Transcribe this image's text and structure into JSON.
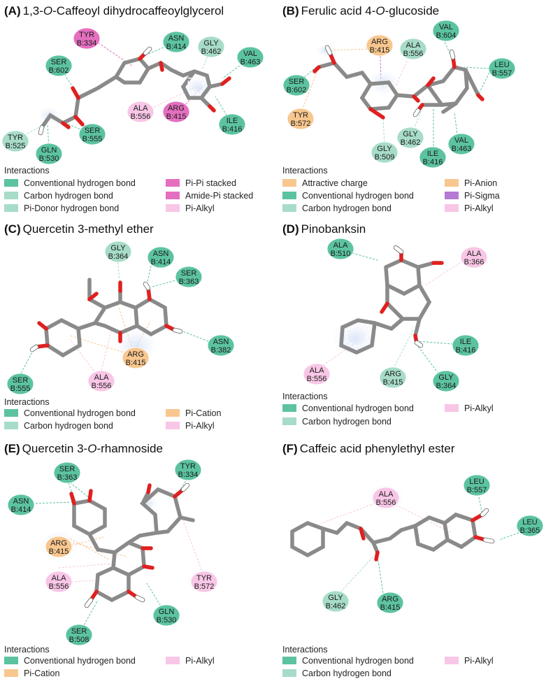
{
  "colors": {
    "conv_hbond": "#5cc3a0",
    "carbon_hbond": "#a7dcc8",
    "pi_donor": "#a7dcc8",
    "pi_pi": "#e46fbf",
    "amide_pi": "#e46fbf",
    "pi_alkyl": "#f8c6e6",
    "attractive": "#f8c78f",
    "pi_anion": "#f8c78f",
    "pi_sigma": "#b57ad4",
    "pi_cation": "#f8c78f"
  },
  "legend_heading": "Interactions",
  "panels": [
    {
      "id": "A",
      "title_prefix": "(A)",
      "title_parts": [
        "1,3-",
        "O",
        "-Caffeoyl dihydrocaffeoylglycerol"
      ],
      "residues": [
        {
          "label1": "TYR",
          "label2": "B:334",
          "type": "pi_pi"
        },
        {
          "label1": "ASN",
          "label2": "B:414",
          "type": "conv_hbond"
        },
        {
          "label1": "GLY",
          "label2": "B:462",
          "type": "carbon_hbond"
        },
        {
          "label1": "VAL",
          "label2": "B:463",
          "type": "conv_hbond"
        },
        {
          "label1": "SER",
          "label2": "B:602",
          "type": "conv_hbond"
        },
        {
          "label1": "ALA",
          "label2": "B:556",
          "type": "pi_alkyl"
        },
        {
          "label1": "ARG",
          "label2": "B:415",
          "type": "amide_pi"
        },
        {
          "label1": "ILE",
          "label2": "B:416",
          "type": "conv_hbond"
        },
        {
          "label1": "SER",
          "label2": "B:555",
          "type": "conv_hbond"
        },
        {
          "label1": "TYR",
          "label2": "B:525",
          "type": "carbon_hbond"
        },
        {
          "label1": "GLN",
          "label2": "B:530",
          "type": "conv_hbond"
        }
      ],
      "legend": [
        {
          "label": "Conventional hydrogen bond",
          "type": "conv_hbond"
        },
        {
          "label": "Carbon hydrogen bond",
          "type": "carbon_hbond"
        },
        {
          "label": "Pi-Donor hydrogen bond",
          "type": "pi_donor"
        },
        {
          "label": "Pi-Pi stacked",
          "type": "pi_pi"
        },
        {
          "label": "Amide-Pi stacked",
          "type": "amide_pi"
        },
        {
          "label": "Pi-Alkyl",
          "type": "pi_alkyl"
        }
      ]
    },
    {
      "id": "B",
      "title_prefix": "(B)",
      "title_parts": [
        "Ferulic acid 4-",
        "O",
        "-glucoside"
      ],
      "residues": [
        {
          "label1": "ARG",
          "label2": "B:415",
          "type": "attractive"
        },
        {
          "label1": "VAL",
          "label2": "B:604",
          "type": "conv_hbond"
        },
        {
          "label1": "ALA",
          "label2": "B:556",
          "type": "carbon_hbond"
        },
        {
          "label1": "LEU",
          "label2": "B:557",
          "type": "conv_hbond"
        },
        {
          "label1": "SER",
          "label2": "B:602",
          "type": "conv_hbond"
        },
        {
          "label1": "TYR",
          "label2": "B:572",
          "type": "attractive"
        },
        {
          "label1": "GLY",
          "label2": "B:462",
          "type": "carbon_hbond"
        },
        {
          "label1": "VAL",
          "label2": "B:463",
          "type": "conv_hbond"
        },
        {
          "label1": "GLY",
          "label2": "B:509",
          "type": "carbon_hbond"
        },
        {
          "label1": "ILE",
          "label2": "B:416",
          "type": "conv_hbond"
        }
      ],
      "legend": [
        {
          "label": "Attractive charge",
          "type": "attractive"
        },
        {
          "label": "Conventional hydrogen bond",
          "type": "conv_hbond"
        },
        {
          "label": "Carbon hydrogen bond",
          "type": "carbon_hbond"
        },
        {
          "label": "Pi-Anion",
          "type": "pi_anion"
        },
        {
          "label": "Pi-Sigma",
          "type": "pi_sigma"
        },
        {
          "label": "Pi-Alkyl",
          "type": "pi_alkyl"
        }
      ]
    },
    {
      "id": "C",
      "title_prefix": "(C)",
      "title_parts": [
        "Quercetin 3-methyl ether"
      ],
      "residues": [
        {
          "label1": "GLY",
          "label2": "B:364",
          "type": "carbon_hbond"
        },
        {
          "label1": "ASN",
          "label2": "B:414",
          "type": "conv_hbond"
        },
        {
          "label1": "SER",
          "label2": "B:363",
          "type": "conv_hbond"
        },
        {
          "label1": "ASN",
          "label2": "B:382",
          "type": "conv_hbond"
        },
        {
          "label1": "ARG",
          "label2": "B:415",
          "type": "pi_cation"
        },
        {
          "label1": "SER",
          "label2": "B:555",
          "type": "conv_hbond"
        },
        {
          "label1": "ALA",
          "label2": "B:556",
          "type": "pi_alkyl"
        }
      ],
      "legend": [
        {
          "label": "Conventional hydrogen bond",
          "type": "conv_hbond"
        },
        {
          "label": "Carbon hydrogen bond",
          "type": "carbon_hbond"
        },
        {
          "label": "Pi-Cation",
          "type": "pi_cation"
        },
        {
          "label": "Pi-Alkyl",
          "type": "pi_alkyl"
        }
      ]
    },
    {
      "id": "D",
      "title_prefix": "(D)",
      "title_parts": [
        "Pinobanksin"
      ],
      "residues": [
        {
          "label1": "ALA",
          "label2": "B:510",
          "type": "conv_hbond"
        },
        {
          "label1": "ALA",
          "label2": "B:366",
          "type": "pi_alkyl"
        },
        {
          "label1": "ILE",
          "label2": "B:416",
          "type": "conv_hbond"
        },
        {
          "label1": "ALA",
          "label2": "B:556",
          "type": "pi_alkyl"
        },
        {
          "label1": "ARG",
          "label2": "B:415",
          "type": "carbon_hbond"
        },
        {
          "label1": "GLY",
          "label2": "B:364",
          "type": "conv_hbond"
        }
      ],
      "legend": [
        {
          "label": "Conventional hydrogen bond",
          "type": "conv_hbond"
        },
        {
          "label": "Carbon hydrogen bond",
          "type": "carbon_hbond"
        },
        {
          "label": "Pi-Alkyl",
          "type": "pi_alkyl"
        }
      ]
    },
    {
      "id": "E",
      "title_prefix": "(E)",
      "title_parts": [
        "Quercetin 3-",
        "O",
        "-rhamnoside"
      ],
      "residues": [
        {
          "label1": "SER",
          "label2": "B:363",
          "type": "conv_hbond"
        },
        {
          "label1": "TYR",
          "label2": "B:334",
          "type": "conv_hbond"
        },
        {
          "label1": "ASN",
          "label2": "B:414",
          "type": "conv_hbond"
        },
        {
          "label1": "ARG",
          "label2": "B:415",
          "type": "pi_cation"
        },
        {
          "label1": "TYR",
          "label2": "B:572",
          "type": "pi_alkyl"
        },
        {
          "label1": "ALA",
          "label2": "B:556",
          "type": "pi_alkyl"
        },
        {
          "label1": "GLN",
          "label2": "B:530",
          "type": "conv_hbond"
        },
        {
          "label1": "SER",
          "label2": "B:508",
          "type": "conv_hbond"
        }
      ],
      "legend": [
        {
          "label": "Conventional hydrogen bond",
          "type": "conv_hbond"
        },
        {
          "label": "Pi-Cation",
          "type": "pi_cation"
        },
        {
          "label": "Pi-Alkyl",
          "type": "pi_alkyl"
        }
      ]
    },
    {
      "id": "F",
      "title_prefix": "(F)",
      "title_parts": [
        "Caffeic acid phenylethyl ester"
      ],
      "residues": [
        {
          "label1": "LEU",
          "label2": "B:557",
          "type": "conv_hbond"
        },
        {
          "label1": "ALA",
          "label2": "B:556",
          "type": "pi_alkyl"
        },
        {
          "label1": "LEU",
          "label2": "B:365",
          "type": "conv_hbond"
        },
        {
          "label1": "GLY",
          "label2": "B:462",
          "type": "carbon_hbond"
        },
        {
          "label1": "ARG",
          "label2": "B:415",
          "type": "conv_hbond"
        }
      ],
      "legend": [
        {
          "label": "Conventional hydrogen bond",
          "type": "conv_hbond"
        },
        {
          "label": "Carbon hydrogen bond",
          "type": "carbon_hbond"
        },
        {
          "label": "Pi-Alkyl",
          "type": "pi_alkyl"
        }
      ]
    }
  ]
}
